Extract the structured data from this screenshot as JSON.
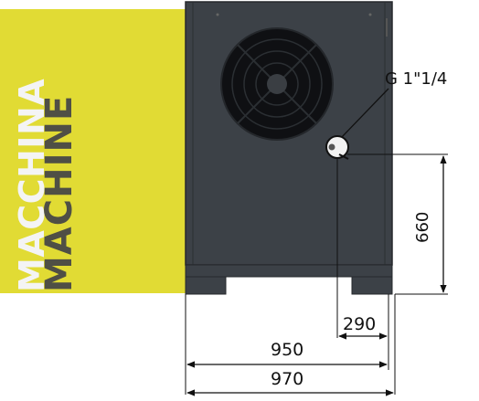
{
  "labels": {
    "italian": "MACCHINA",
    "english": "MACHINE"
  },
  "dimensions": {
    "connection": "G 1\"1/4",
    "height_pipe": "660",
    "offset": "290",
    "width_inner": "950",
    "width_outer": "970"
  },
  "colors": {
    "band": "#e1db34",
    "body": "#3c4147",
    "fan": "#0f1013",
    "line": "#111111"
  }
}
